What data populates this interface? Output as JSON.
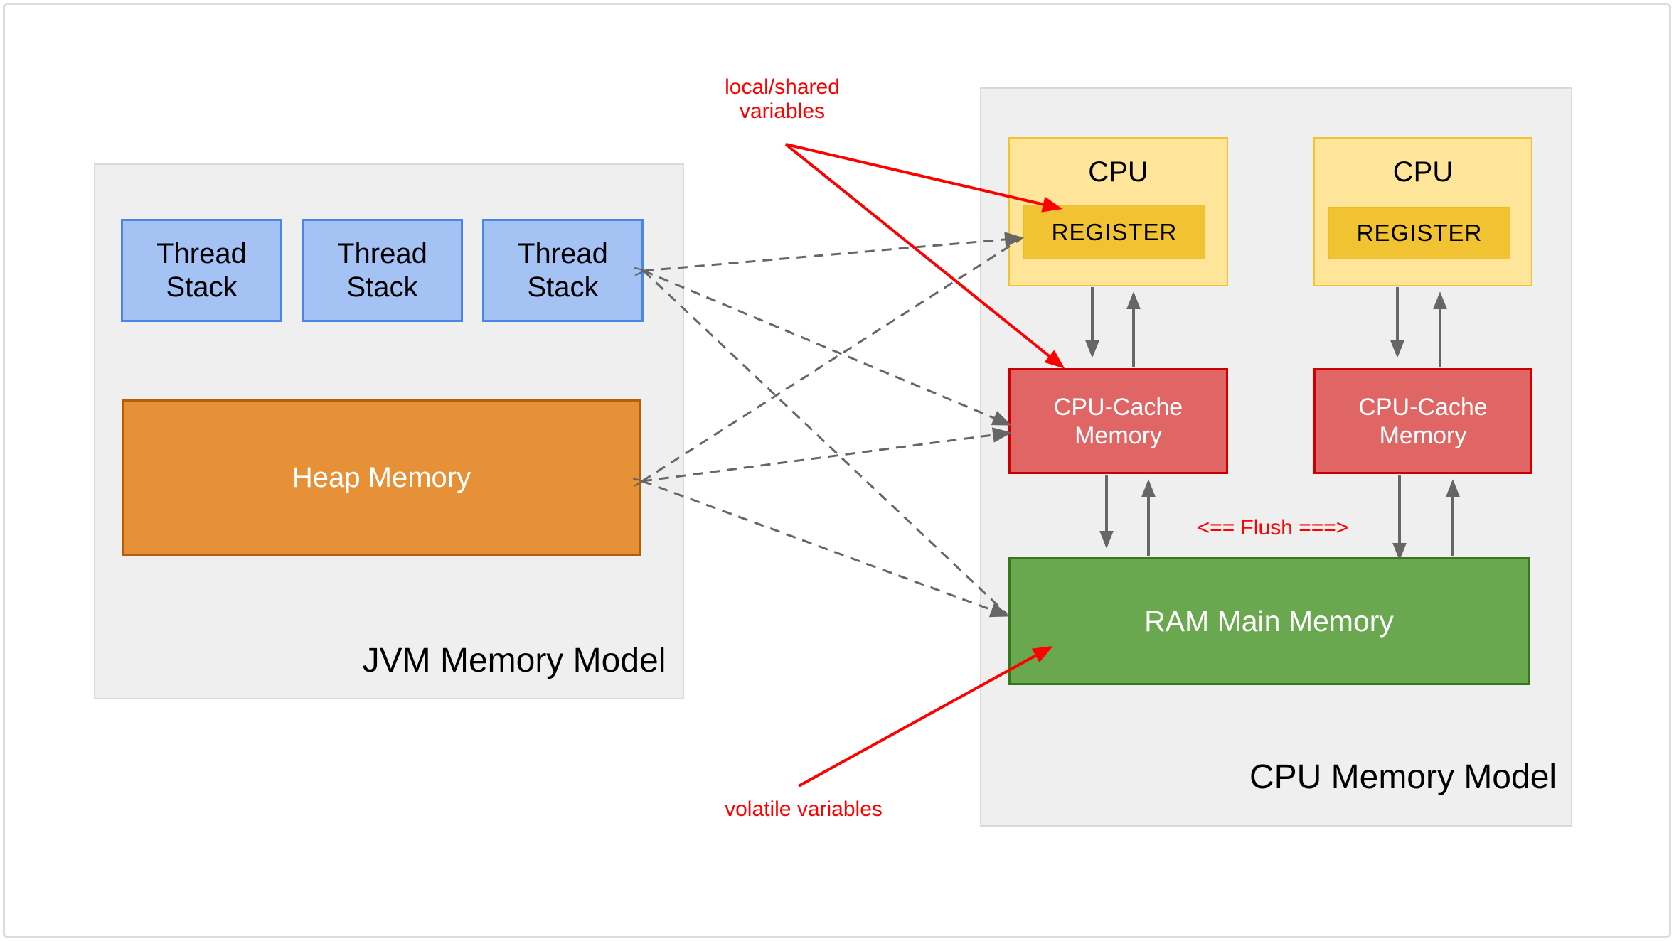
{
  "jvm_panel": {
    "title": "JVM Memory Model",
    "thread_stacks": [
      {
        "label": "Thread Stack"
      },
      {
        "label": "Thread Stack"
      },
      {
        "label": "Thread Stack"
      }
    ],
    "heap": {
      "label": "Heap Memory"
    },
    "colors": {
      "panel_bg": "#efefef",
      "panel_border": "#d9d9d9",
      "stack_fill": "#a4c2f4",
      "stack_border": "#4a86e8",
      "heap_fill": "#e69138",
      "heap_border": "#b45f06"
    }
  },
  "cpu_panel": {
    "title": "CPU Memory Model",
    "cpus": [
      {
        "label": "CPU",
        "register_label": "REGISTER"
      },
      {
        "label": "CPU",
        "register_label": "REGISTER"
      }
    ],
    "caches": [
      {
        "label": "CPU-Cache Memory"
      },
      {
        "label": "CPU-Cache Memory"
      }
    ],
    "ram": {
      "label": "RAM Main Memory"
    },
    "flush_label": "<== Flush ===>",
    "colors": {
      "cpu_fill": "#ffe599",
      "cpu_border": "#f1c232",
      "register_fill": "#f1c232",
      "cache_fill": "#e06666",
      "cache_border": "#cc0000",
      "ram_fill": "#6aa84f",
      "ram_border": "#38761d",
      "arrow_gray": "#666666"
    }
  },
  "annotations": {
    "local_shared_label": "local/shared variables",
    "volatile_label": "volatile variables",
    "annotation_color": "#ff0000"
  }
}
